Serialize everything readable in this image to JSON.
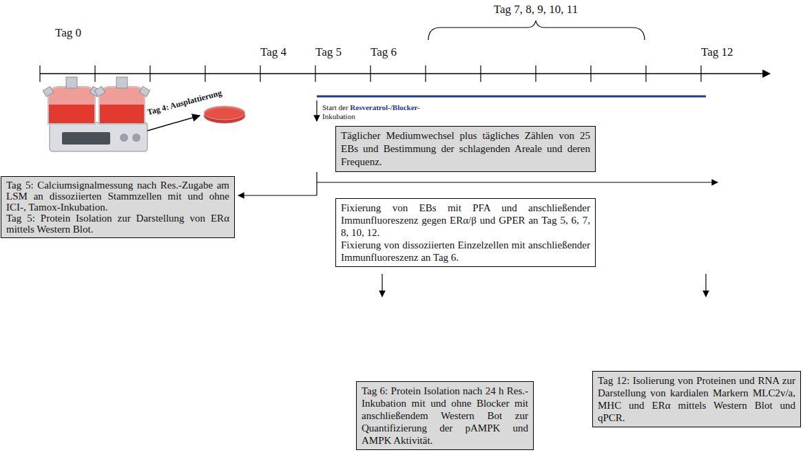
{
  "diagram": {
    "nodes": [
      {
        "text": [
          "Täglicher Mediumwechsel plus tägliches Zählen von 25 EBs und Bestimmung der schlagenden Areale und deren Frequenz."
        ]
      },
      {
        "text": [
          "Tag 5: Calciumsignalmessung nach Res.-Zugabe am LSM an dissoziierten Stammzellen mit und ohne ICI-, Tamox-Inkubation.",
          "Tag 5: Protein Isolation zur Darstellung von ERα mittels Western Blot."
        ]
      },
      {
        "text": [
          "Fixierung von EBs mit PFA und anschließender Immunfluoreszenz gegen ERα/β und GPER an Tag 5, 6, 7, 8, 10, 12.",
          "Fixierung von dissoziierten Einzelzellen mit anschließender Immunfluoreszenz an Tag 6."
        ]
      },
      {
        "text": [
          "Tag 6: Protein Isolation nach 24 h Res.-Inkubation mit und ohne Blocker mit anschließendem Western Bot zur Quantifizierung der pAMPK und AMPK Aktivität."
        ]
      },
      {
        "text": [
          "Tag 12: Isolierung von Proteinen und RNA zur Darstellung von kardialen Markern MLC2v/a, MHC und ERα mittels Western Blot und qPCR."
        ]
      }
    ],
    "labels": [
      "Tag 0",
      "Tag 4",
      "Tag 5",
      "Tag 6",
      "Tag 7, 8, 9, 10, 11",
      "Tag 12",
      "Tag 4: Ausplattierung",
      "Start der",
      "Resveratrol-/Blocker-",
      "Inkubation"
    ]
  }
}
